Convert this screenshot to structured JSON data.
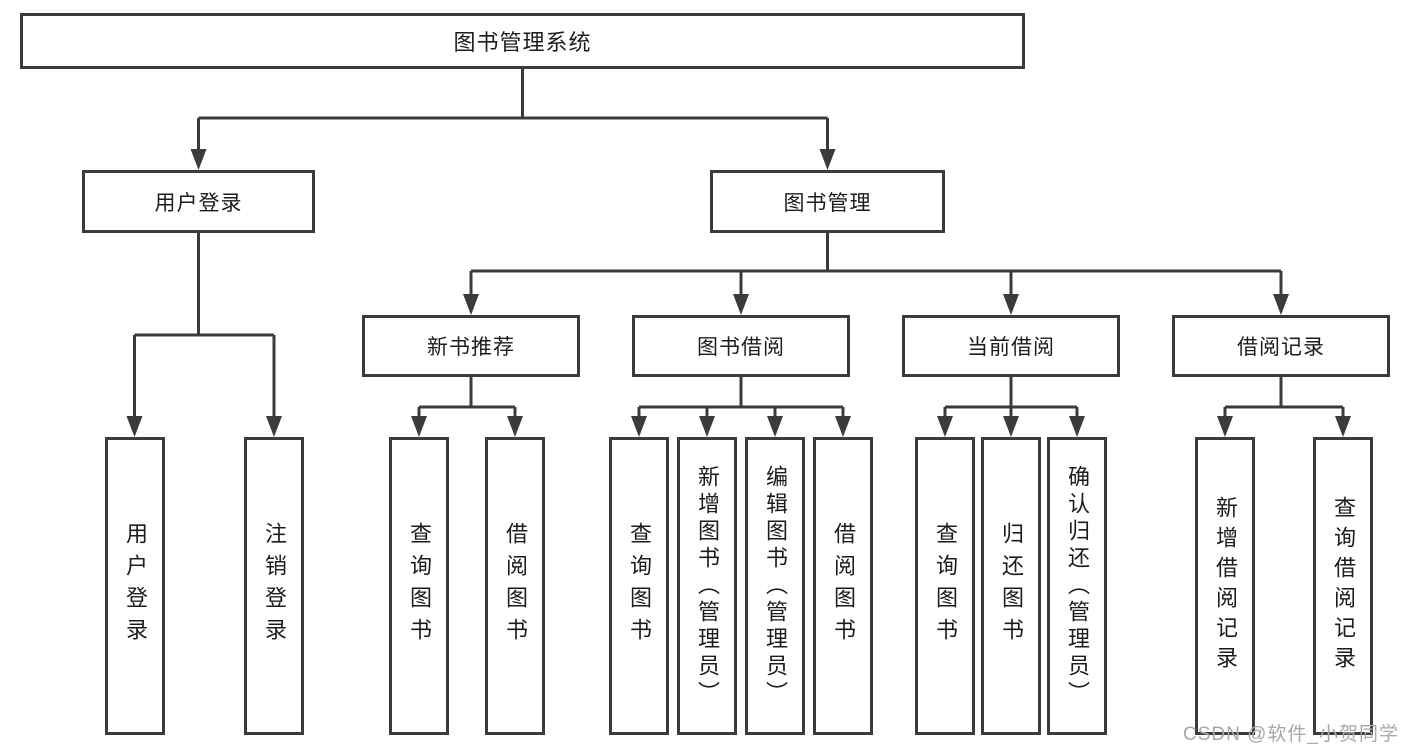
{
  "colors": {
    "line": "#3b3b3b",
    "box_border": "#3b3b3b",
    "text": "#1c1c1c",
    "background": "#ffffff",
    "watermark": "#a8a8a8"
  },
  "watermark": {
    "text": "CSDN @软件_小贺同学"
  },
  "tree": {
    "root": {
      "label": "图书管理系统"
    },
    "level1": [
      {
        "label": "用户登录",
        "leaves": [
          {
            "label": "用户登录"
          },
          {
            "label": "注销登录"
          }
        ]
      },
      {
        "label": "图书管理",
        "children": [
          {
            "label": "新书推荐",
            "leaves": [
              {
                "label": "查询图书"
              },
              {
                "label": "借阅图书"
              }
            ]
          },
          {
            "label": "图书借阅",
            "leaves": [
              {
                "label": "查询图书"
              },
              {
                "label": "新增图书（管理员）"
              },
              {
                "label": "编辑图书（管理员）"
              },
              {
                "label": "借阅图书"
              }
            ]
          },
          {
            "label": "当前借阅",
            "leaves": [
              {
                "label": "查询图书"
              },
              {
                "label": "归还图书"
              },
              {
                "label": "确认归还（管理员）"
              }
            ]
          },
          {
            "label": "借阅记录",
            "leaves": [
              {
                "label": "新增借阅记录"
              },
              {
                "label": "查询借阅记录"
              }
            ]
          }
        ]
      }
    ]
  }
}
